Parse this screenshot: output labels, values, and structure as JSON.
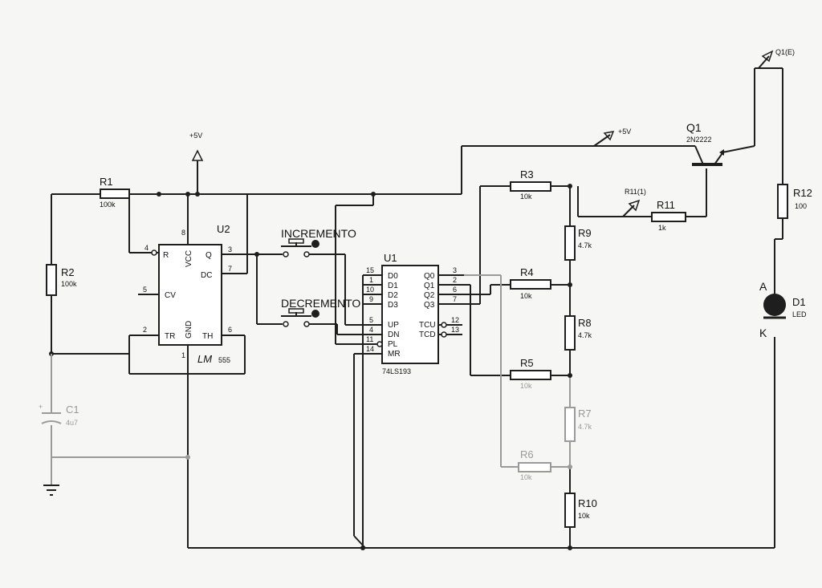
{
  "supply": {
    "vcc_left": "+5V",
    "vcc_mid": "+5V",
    "probe_q1e": "Q1(E)",
    "probe_r11": "R11(1)"
  },
  "resistors": {
    "r1": {
      "ref": "R1",
      "value": "100k"
    },
    "r2": {
      "ref": "R2",
      "value": "100k"
    },
    "r3": {
      "ref": "R3",
      "value": "10k"
    },
    "r4": {
      "ref": "R4",
      "value": "10k"
    },
    "r5": {
      "ref": "R5",
      "value": "10k"
    },
    "r6": {
      "ref": "R6",
      "value": "10k"
    },
    "r7": {
      "ref": "R7",
      "value": "4.7k"
    },
    "r8": {
      "ref": "R8",
      "value": "4.7k"
    },
    "r9": {
      "ref": "R9",
      "value": "4.7k"
    },
    "r10": {
      "ref": "R10",
      "value": "10k"
    },
    "r11": {
      "ref": "R11",
      "value": "1k"
    },
    "r12": {
      "ref": "R12",
      "value": "100"
    }
  },
  "capacitor": {
    "ref": "C1",
    "value": "4u7"
  },
  "u2": {
    "ref": "U2",
    "part": "555",
    "handwritten": "LM",
    "pins": {
      "r": "R",
      "vcc": "VCC",
      "q": "Q",
      "dc": "DC",
      "cv": "CV",
      "tr": "TR",
      "gnd": "GND",
      "th": "TH"
    },
    "pin_numbers": {
      "p4": "4",
      "p8": "8",
      "p3": "3",
      "p7": "7",
      "p5": "5",
      "p2": "2",
      "p1": "1",
      "p6": "6"
    }
  },
  "u1": {
    "ref": "U1",
    "part": "74LS193",
    "left_pins": [
      {
        "name": "D0",
        "num": "15"
      },
      {
        "name": "D1",
        "num": "1"
      },
      {
        "name": "D2",
        "num": "10"
      },
      {
        "name": "D3",
        "num": "9"
      },
      {
        "name": "UP",
        "num": "5"
      },
      {
        "name": "DN",
        "num": "4"
      },
      {
        "name": "PL",
        "num": "11"
      },
      {
        "name": "MR",
        "num": "14"
      }
    ],
    "right_pins": [
      {
        "name": "Q0",
        "num": "3"
      },
      {
        "name": "Q1",
        "num": "2"
      },
      {
        "name": "Q2",
        "num": "6"
      },
      {
        "name": "Q3",
        "num": "7"
      },
      {
        "name": "TCU",
        "num": "12"
      },
      {
        "name": "TCD",
        "num": "13"
      }
    ]
  },
  "buttons": {
    "increment": "INCREMENTO",
    "decrement": "DECREMENTO"
  },
  "transistor": {
    "ref": "Q1",
    "part": "2N2222"
  },
  "led": {
    "ref": "D1",
    "value": "LED",
    "anode": "A",
    "cathode": "K"
  }
}
